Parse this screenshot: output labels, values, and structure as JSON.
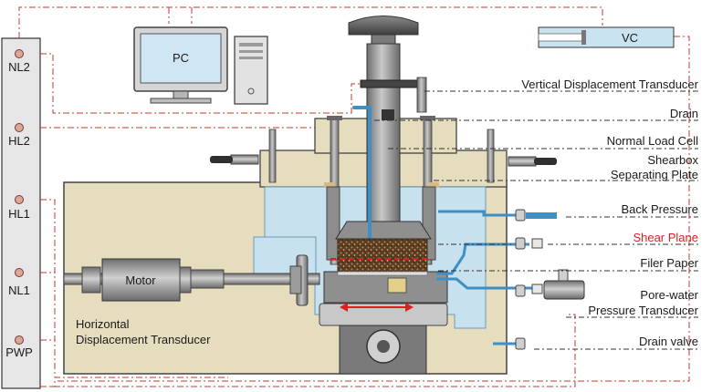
{
  "computer": {
    "label": "PC"
  },
  "controller": {
    "label": "VC"
  },
  "sensors": [
    {
      "id": "nl2",
      "label": "NL2"
    },
    {
      "id": "hl2",
      "label": "HL2"
    },
    {
      "id": "hl1",
      "label": "HL1"
    },
    {
      "id": "nl1",
      "label": "NL1"
    },
    {
      "id": "pwp",
      "label": "PWP"
    }
  ],
  "motor": {
    "label": "Motor"
  },
  "horizontal_transducer": {
    "line1": "Horizontal",
    "line2": "Displacement Transducer"
  },
  "callouts": {
    "vertical_transducer": "Vertical Displacement Transducer",
    "drain": "Drain",
    "normal_load_cell": "Normal Load Cell",
    "shearbox_line1": "Shearbox",
    "shearbox_line2": "Separating Plate",
    "back_pressure": "Back Pressure",
    "shear_plane": "Shear Plane",
    "filter_paper": "Filer Paper",
    "pore_water_line1": "Pore-water",
    "pore_water_line2": "Pressure Transducer",
    "drain_valve": "Drain valve"
  },
  "colors": {
    "panel": "#e9e9e9",
    "tank": "#e6dcbe",
    "water": "#c7e1ee",
    "pipe": "#3f8fc4",
    "metal": "#8e8e8e",
    "dark_metal": "#555555",
    "signal": "#c0392b",
    "soil": "#6b4a2a",
    "highlight": "#e02020"
  }
}
